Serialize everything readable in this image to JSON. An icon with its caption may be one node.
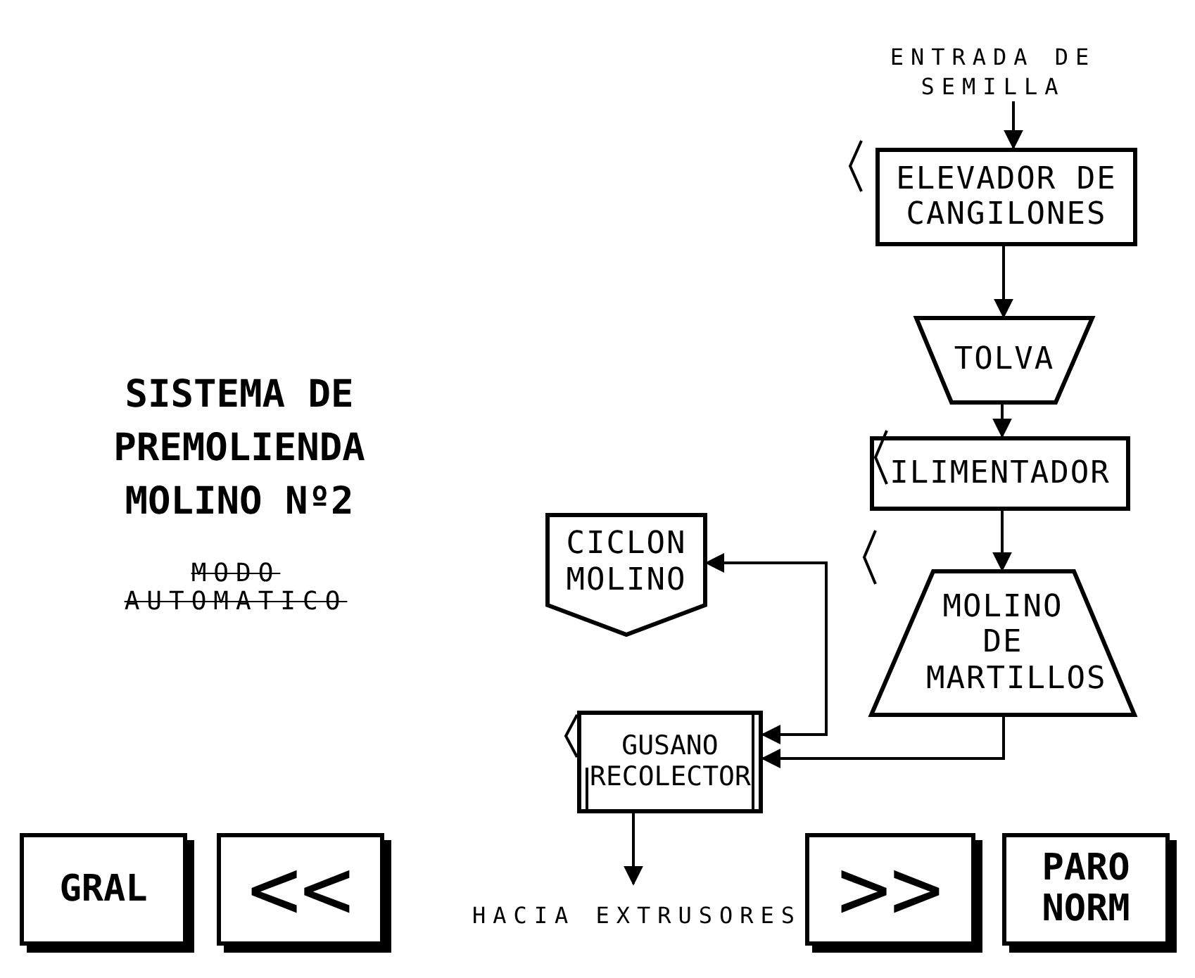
{
  "diagram": {
    "title": "SISTEMA DE PREMOLIENDA MOLINO Nº2",
    "nodes": [
      {
        "text": [
          "ENTRADA DE SEMILLA"
        ]
      },
      {
        "text": [
          "ELEVADOR DE CANGILONES"
        ]
      },
      {
        "text": [
          "TOLVA"
        ]
      },
      {
        "text": [
          "ILIMENTADOR"
        ]
      },
      {
        "text": [
          "MOLINO DE MARTILLOS"
        ]
      },
      {
        "text": [
          "CICLON MOLINO"
        ]
      },
      {
        "text": [
          "GUSANO RECOLECTOR"
        ]
      },
      {
        "text": [
          "HACIA EXTRUSORES"
        ]
      },
      {
        "text": [
          "GRAL"
        ]
      },
      {
        "text": [
          "<<"
        ]
      },
      {
        "text": [
          ">>"
        ]
      },
      {
        "text": [
          "PARO NORM"
        ]
      }
    ],
    "edges": [
      {
        "from": 0,
        "to": 1,
        "arrow": "to"
      },
      {
        "from": 1,
        "to": 2,
        "arrow": "to"
      },
      {
        "from": 2,
        "to": 3,
        "arrow": "to"
      },
      {
        "from": 3,
        "to": 4,
        "arrow": "to"
      },
      {
        "from": 4,
        "to": 6,
        "arrow": "to"
      },
      {
        "from": 6,
        "to": 5,
        "arrow": "both"
      },
      {
        "from": 6,
        "to": 7,
        "arrow": "to"
      }
    ],
    "labels": [
      "MODO AUTOMATICO"
    ]
  }
}
